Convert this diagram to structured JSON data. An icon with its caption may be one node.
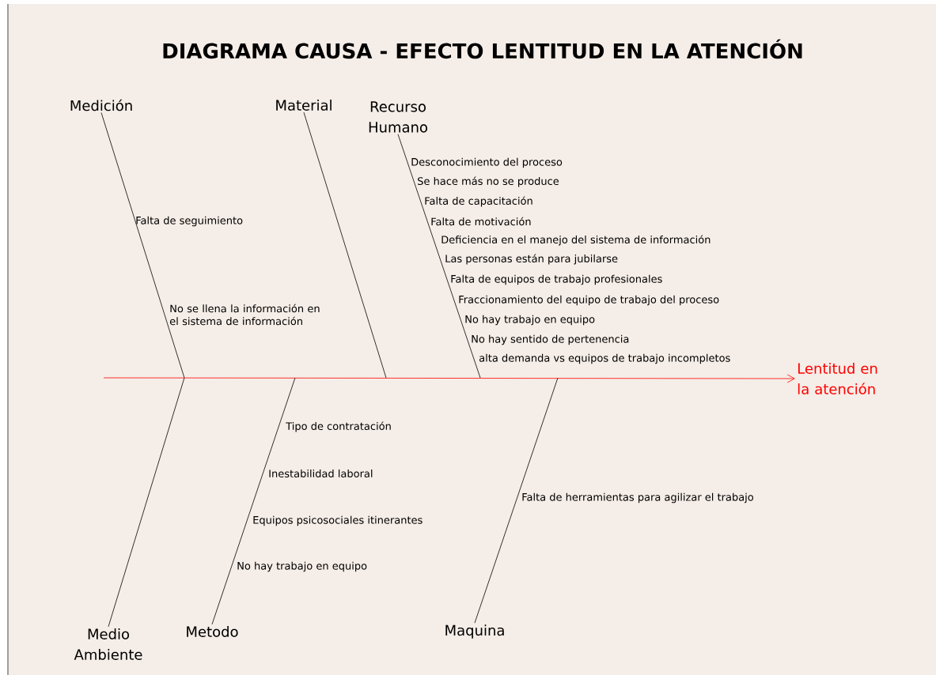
{
  "diagram": {
    "title": "DIAGRAMA CAUSA - EFECTO LENTITUD EN LA ATENCIÓN",
    "nodes": [
      {
        "text": [
          "Medición"
        ]
      },
      {
        "text": [
          "Material"
        ]
      },
      {
        "text": [
          "Recurso Humano"
        ]
      },
      {
        "text": [
          "Medio Ambiente"
        ]
      },
      {
        "text": [
          "Metodo"
        ]
      },
      {
        "text": [
          "Maquina"
        ]
      },
      {
        "text": [
          "Lentitud en la atención"
        ]
      }
    ],
    "edges": [
      {
        "from": 0,
        "to": null,
        "arrow": "none"
      },
      {
        "from": 1,
        "to": null,
        "arrow": "none"
      },
      {
        "from": 2,
        "to": null,
        "arrow": "none"
      },
      {
        "from": 3,
        "to": null,
        "arrow": "none"
      },
      {
        "from": 4,
        "to": null,
        "arrow": "none"
      },
      {
        "from": 5,
        "to": null,
        "arrow": "none"
      },
      {
        "from": null,
        "to": 6,
        "arrow": "to",
        "color": "#ff0000"
      }
    ],
    "labels": [
      "Falta de seguimiento",
      "No se llena la información en el sistema de información",
      "Desconocimiento del proceso",
      "Se hace más no se produce",
      "Falta de capacitación",
      "Falta de motivación",
      "Deficiencia en el manejo del sistema de información",
      "Las personas están para jubilarse",
      "Falta de equipos de trabajo profesionales",
      "Fraccionamiento del equipo de trabajo del proceso",
      "No hay trabajo en equipo",
      "No hay sentido de pertenencia",
      "alta demanda vs equipos de trabajo incompletos",
      "Tipo de contratación",
      "Inestabilidad laboral",
      "Equipos psicosociales itinerantes",
      "No hay trabajo en equipo",
      "Falta de herramientas para agilizar el trabajo"
    ]
  }
}
